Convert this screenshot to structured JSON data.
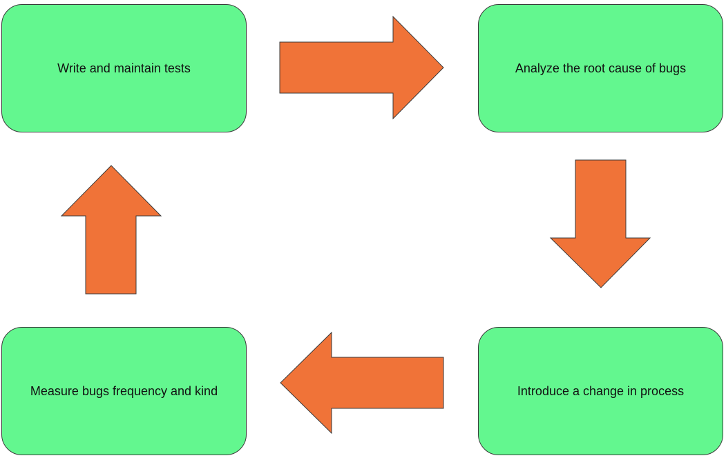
{
  "diagram": {
    "colors": {
      "node_fill": "#63f78f",
      "arrow_fill": "#f07338"
    },
    "nodes": [
      {
        "id": "write-tests",
        "label": "Write and maintain tests"
      },
      {
        "id": "analyze-root-cause",
        "label": "Analyze the root cause of bugs"
      },
      {
        "id": "introduce-change",
        "label": "Introduce a change in process"
      },
      {
        "id": "measure-bugs",
        "label": "Measure bugs frequency and kind"
      }
    ],
    "edges": [
      {
        "from": "write-tests",
        "to": "analyze-root-cause",
        "direction": "right"
      },
      {
        "from": "analyze-root-cause",
        "to": "introduce-change",
        "direction": "down"
      },
      {
        "from": "introduce-change",
        "to": "measure-bugs",
        "direction": "left"
      },
      {
        "from": "measure-bugs",
        "to": "write-tests",
        "direction": "up"
      }
    ]
  }
}
